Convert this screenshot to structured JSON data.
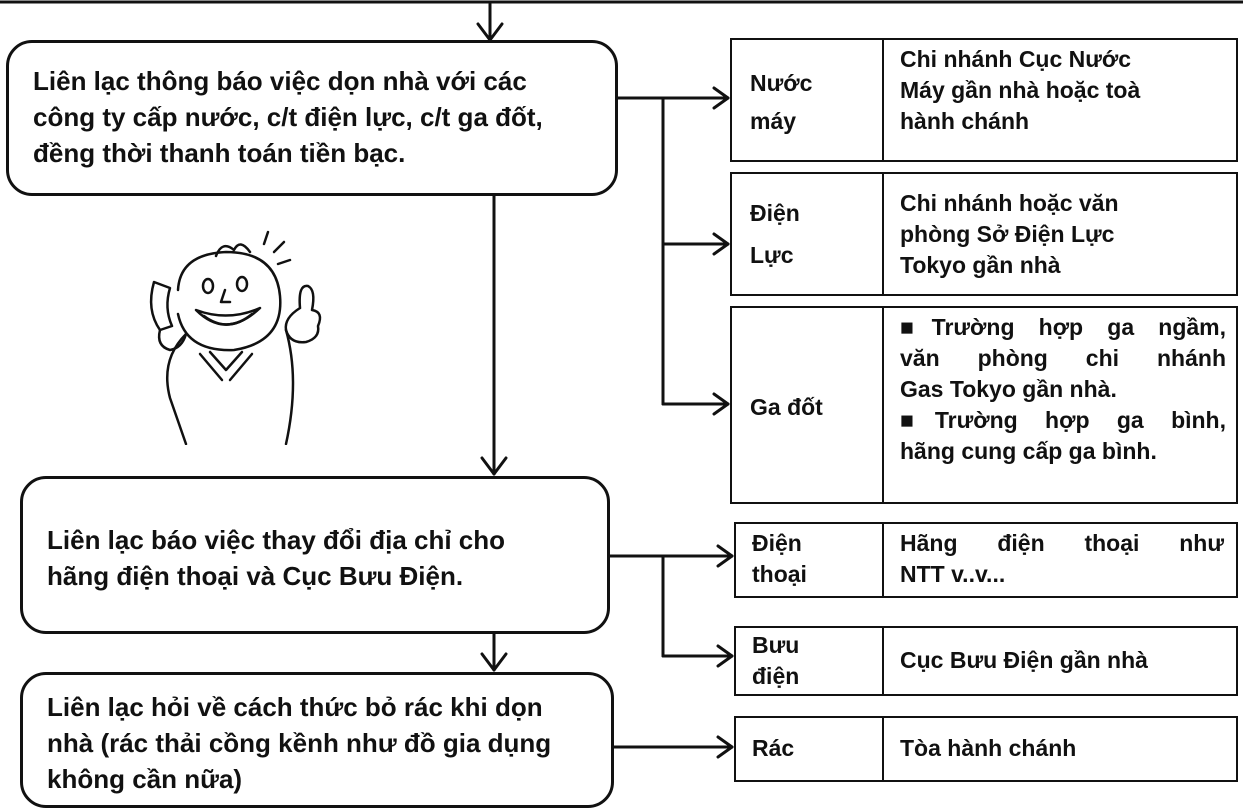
{
  "flow": {
    "steps": [
      {
        "lines": [
          "Liên lạc thông báo việc dọn nhà với các",
          "công ty cấp nước, c/t điện lực, c/t ga đốt,",
          "đềng thời thanh toán tiền bạc."
        ]
      },
      {
        "lines": [
          "Liên lạc báo việc thay đổi địa chỉ cho",
          "hãng điện thoại và Cục Bưu Điện."
        ]
      },
      {
        "lines": [
          "Liên lạc hỏi về cách thức bỏ rác khi dọn",
          "nhà (rác thải cồng kềnh như đồ gia dụng",
          "không cần nữa)"
        ]
      }
    ]
  },
  "contacts": [
    {
      "label": [
        "Nước",
        "máy"
      ],
      "desc": [
        "Chi nhánh Cục Nước",
        "Máy gần nhà hoặc toà",
        "hành chánh"
      ]
    },
    {
      "label": [
        "Điện",
        "Lực"
      ],
      "desc": [
        "Chi nhánh hoặc văn",
        "phòng Sở Điện Lực",
        "Tokyo gần nhà"
      ]
    },
    {
      "label": [
        "Ga đốt"
      ],
      "desc": [
        "■Trường hợp ga ngầm,",
        "văn phòng chi nhánh",
        "Gas Tokyo gần nhà.",
        "■Trường hợp ga bình,",
        "hãng cung cấp ga bình."
      ]
    },
    {
      "label": [
        "Điện",
        "thoại"
      ],
      "desc": [
        "Hãng điện thoại như",
        "NTT v..v..."
      ]
    },
    {
      "label": [
        "Bưu",
        "điện"
      ],
      "desc": [
        "Cục Bưu Điện gần nhà"
      ]
    },
    {
      "label": [
        "Rác"
      ],
      "desc": [
        "Tòa hành chánh"
      ]
    }
  ],
  "illustration": {
    "icon": "person-on-phone-thumbs-up-icon"
  }
}
